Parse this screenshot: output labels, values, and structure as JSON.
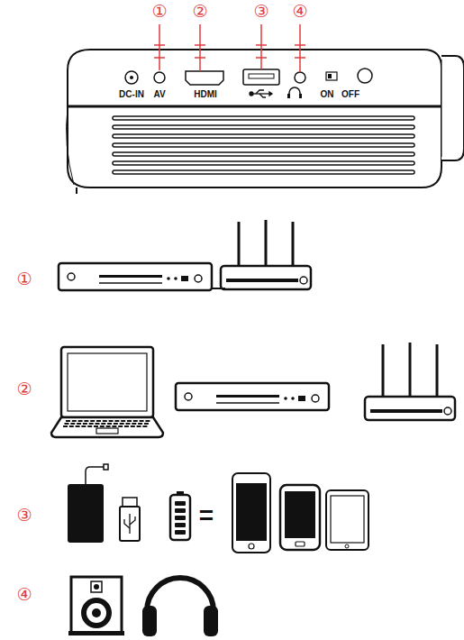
{
  "diagram": {
    "labels": [
      "①",
      "②",
      "③",
      "④",
      "DC-IN",
      "AV",
      "HDMI",
      "ON",
      "OFF",
      "①",
      "②",
      "③",
      "④",
      "="
    ]
  }
}
